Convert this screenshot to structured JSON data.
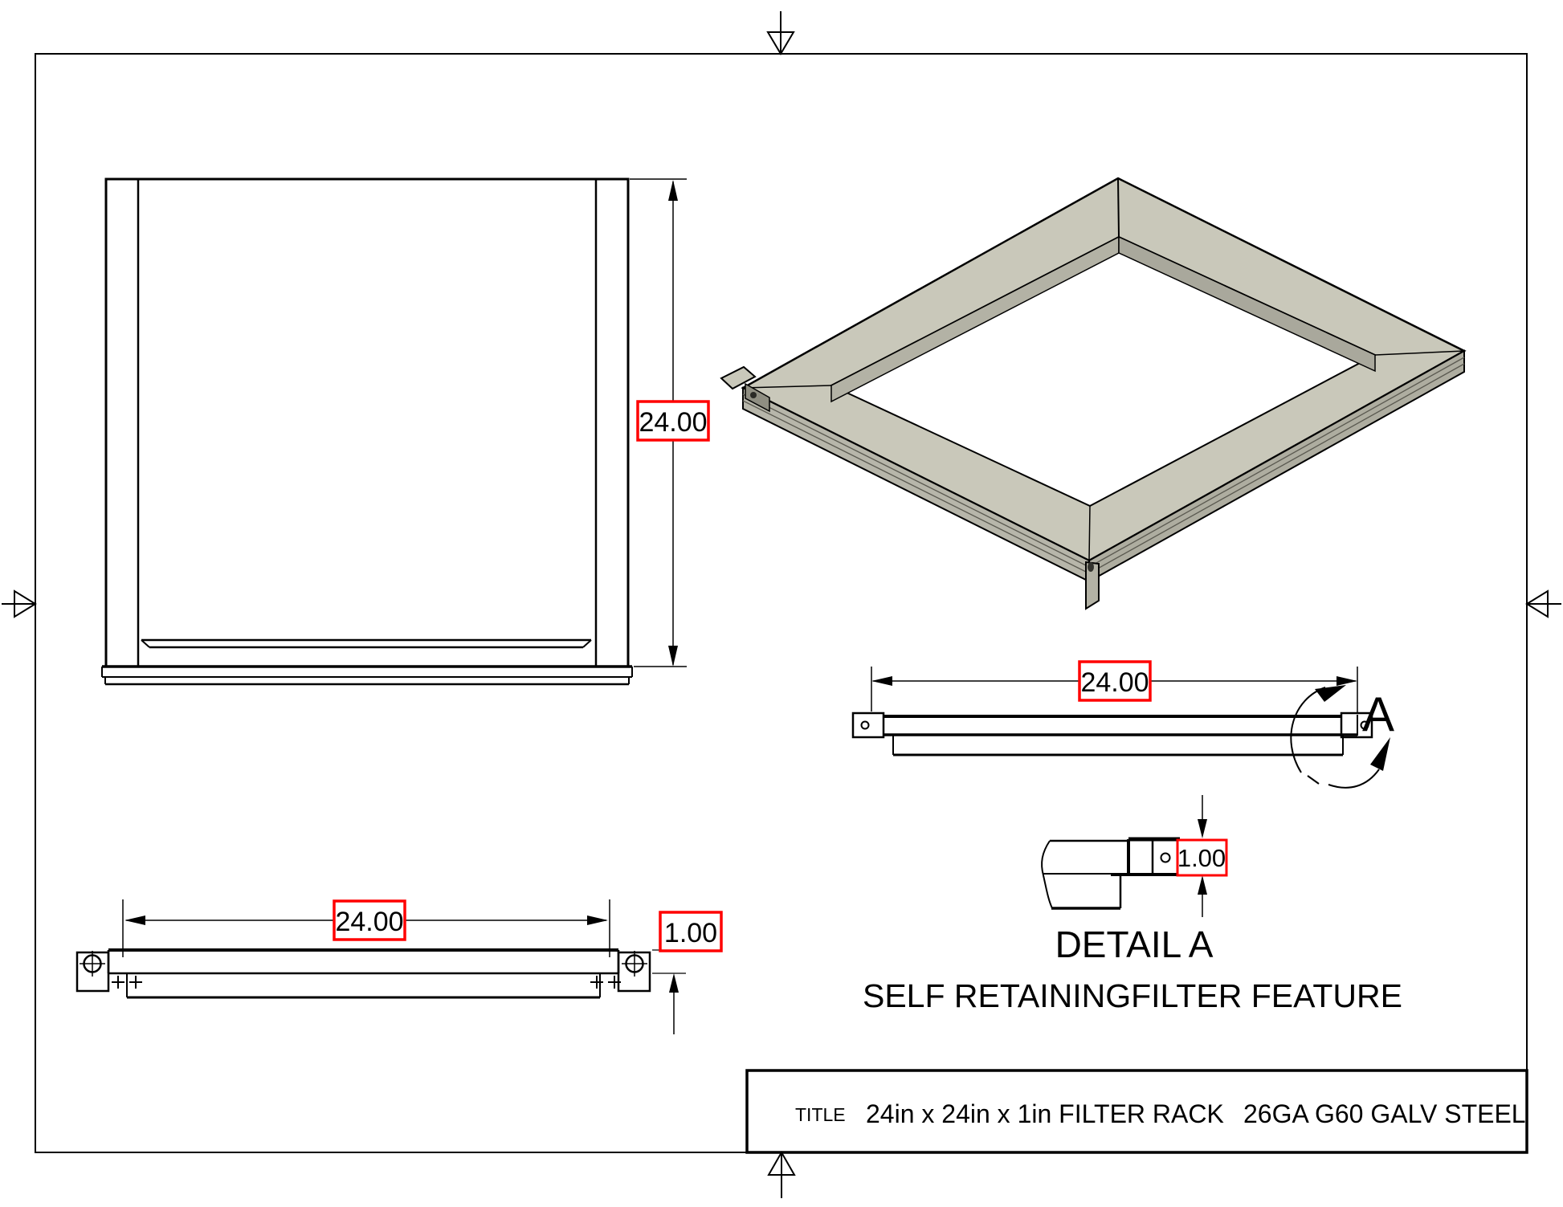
{
  "sheet": {
    "background": "#ffffff",
    "border_color": "#000000"
  },
  "colors": {
    "dim_box_border": "#ff0000",
    "metal_top": "#c9c8ba",
    "metal_far_wall_left": "#b3b2a5",
    "metal_far_wall_right": "#a9a89c",
    "metal_near_left": "#b7b6aa",
    "metal_near_right": "#aeada0",
    "metal_dark_face": "#8f8e82"
  },
  "views": {
    "front": {
      "height_dim": "24.00"
    },
    "side": {
      "width_dim": "24.00",
      "detail_label": "A"
    },
    "bottom": {
      "width_dim": "24.00",
      "thickness_dim": "1.00"
    },
    "detail": {
      "name": "DETAIL A",
      "caption": "SELF RETAININGFILTER FEATURE",
      "thickness_dim": "1.00"
    }
  },
  "title_block": {
    "label": "TITLE",
    "title": "24in x 24in x 1in FILTER RACK",
    "material": "26GA G60 GALV STEEL"
  }
}
